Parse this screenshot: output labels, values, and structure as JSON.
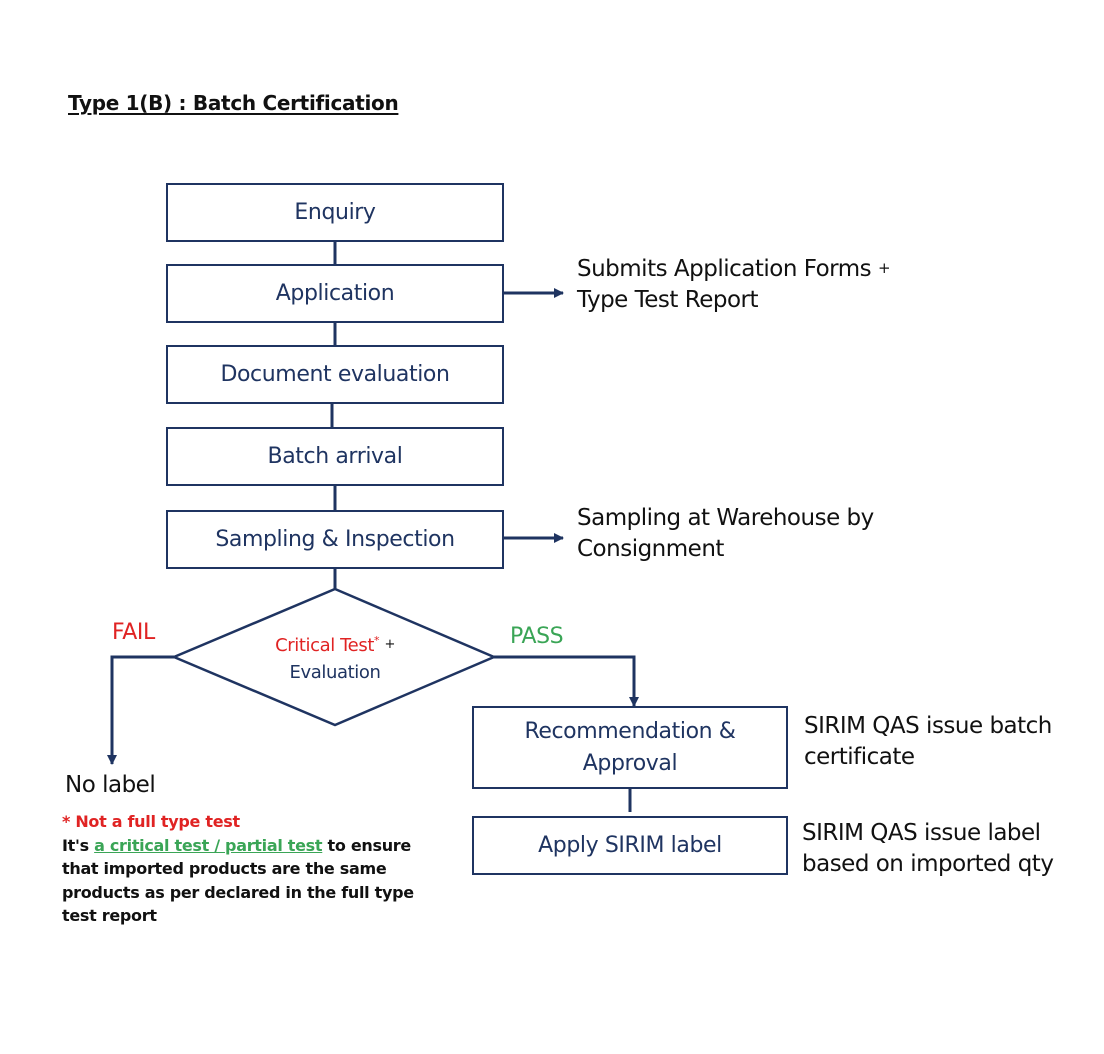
{
  "title": "Type 1(B) : Batch Certification",
  "colors": {
    "box_border": "#1f3461",
    "box_text": "#1f3461",
    "fail": "#e02323",
    "pass": "#3aa556",
    "note_text": "#111111"
  },
  "steps": {
    "enquiry": "Enquiry",
    "application": "Application",
    "document_evaluation": "Document evaluation",
    "batch_arrival": "Batch arrival",
    "sampling_inspection": "Sampling & Inspection",
    "recommendation_line1": "Recommendation &",
    "recommendation_line2": "Approval",
    "apply_label": "Apply SIRIM label"
  },
  "decision": {
    "line1": "Critical Test",
    "asterisk": "*",
    "plus": "+",
    "line2": "Evaluation"
  },
  "branches": {
    "fail": "FAIL",
    "pass": "PASS",
    "no_label": "No label"
  },
  "notes": {
    "application_line1": "Submits Application Forms",
    "application_plus": "+",
    "application_line2": "Type Test Report",
    "sampling_line1": "Sampling at Warehouse by",
    "sampling_line2": "Consignment",
    "recommendation_line1": "SIRIM QAS issue batch",
    "recommendation_line2": "certificate",
    "label_line1": "SIRIM QAS issue label",
    "label_line2": "based on imported qty"
  },
  "footnote": {
    "heading": "* Not a full type test",
    "prefix": "It's ",
    "highlight": "a critical test / partial test",
    "suffix": " to ensure that imported products are the same products as per declared in the full type test report"
  }
}
